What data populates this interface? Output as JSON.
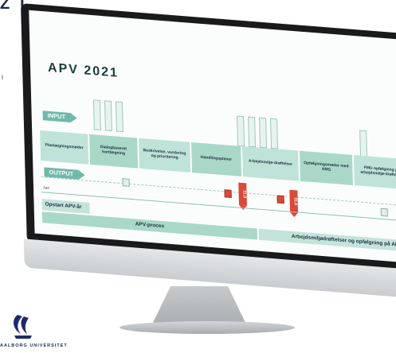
{
  "fragments": {
    "top": "Z T",
    "side": "i"
  },
  "slide": {
    "title": "APV 2021",
    "input_label": "INPUT",
    "output_label": "OUTPUT",
    "jan_label": "Jan",
    "steps": [
      "Planlægningsmøder",
      "Dialogbaseret kortlægning",
      "Beskrivelse, vurdering og prioritering",
      "Handlingsplaner",
      "Arbejdsmiljø-drøftelser",
      "Opfølgningsmøder med AMG",
      "FMU opfølgning på arbejdsmiljø-drøftelser"
    ],
    "deadlines": [
      "31.8",
      "31.8"
    ],
    "bars": {
      "start": "Opstart APV-år",
      "apv": "APV-proces",
      "arbejdsmiljo": "Arbejdsmiljødrøftelser og opfølgning på APV-handl"
    }
  },
  "logo": {
    "text": "AALBORG UNIVERSITET"
  },
  "colors": {
    "teal": "#6fb9a8",
    "light_teal": "#bfe3d8",
    "red": "#d84a3a",
    "bezel": "#1a1a1c"
  }
}
